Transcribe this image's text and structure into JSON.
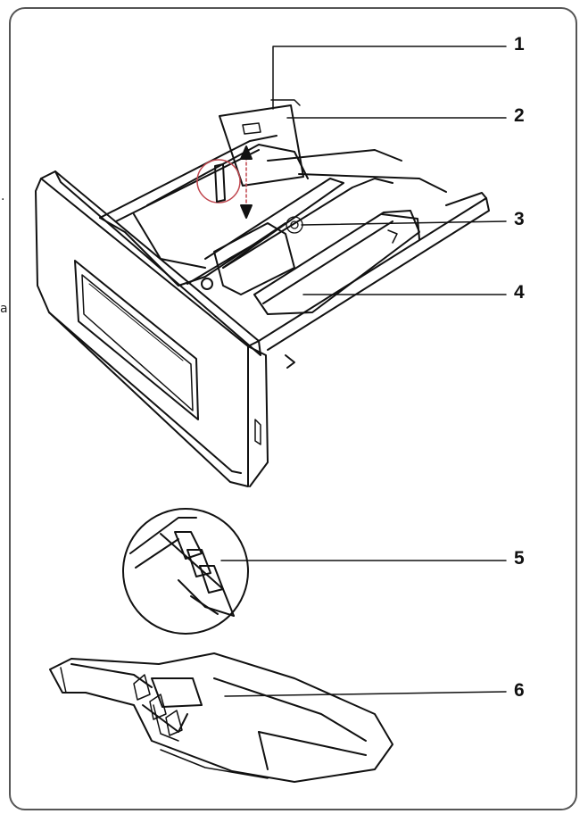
{
  "edge_fragments": [
    ".",
    "a"
  ],
  "callouts": [
    "1",
    "2",
    "3",
    "4",
    "5",
    "6"
  ],
  "colors": {
    "line": "#111111",
    "highlight": "#c0464e",
    "frame": "#555555"
  }
}
